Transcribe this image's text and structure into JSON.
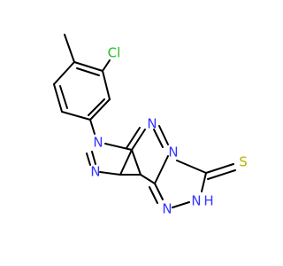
{
  "molecule": {
    "atom_labels": {
      "cl": "Cl",
      "n1": "N",
      "n2": "N",
      "n_pyrimidine": "N",
      "n_bridge": "N",
      "n_triazole": "N",
      "nh_triazole": "N",
      "h_triazole": "H",
      "s": "S"
    },
    "colors": {
      "bond": "#000000",
      "nitrogen": "#3333ff",
      "chlorine": "#1fc01f",
      "sulfur": "#b3b300"
    }
  }
}
